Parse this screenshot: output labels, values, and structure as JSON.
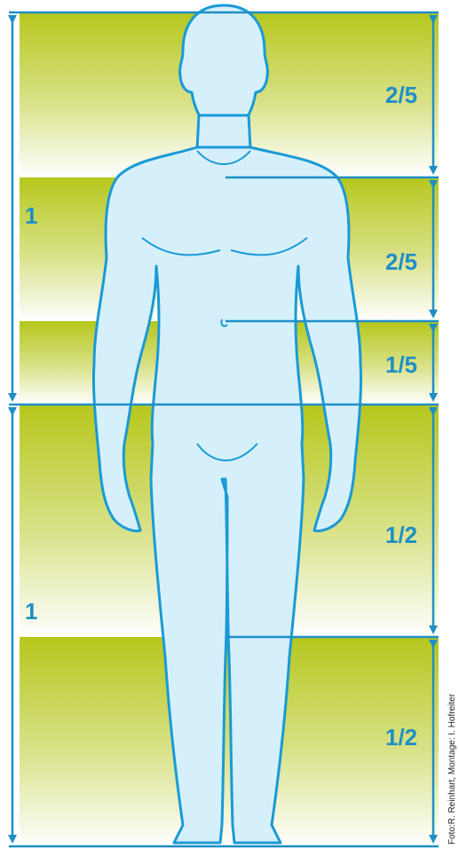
{
  "labels": {
    "left_upper": "1",
    "left_lower": "1",
    "right_1": "2/5",
    "right_2": "2/5",
    "right_3": "1/5",
    "right_4": "1/2",
    "right_5": "1/2"
  },
  "credit": "Foto:R. Reinhart, Montage: I. Hofreiter",
  "colors": {
    "measure_blue": "#1e8fc6",
    "band_green": "#b8c81e",
    "band_white": "#ffffff",
    "figure_fill": "#d6f0fb",
    "figure_stroke": "#1a9ad6"
  }
}
